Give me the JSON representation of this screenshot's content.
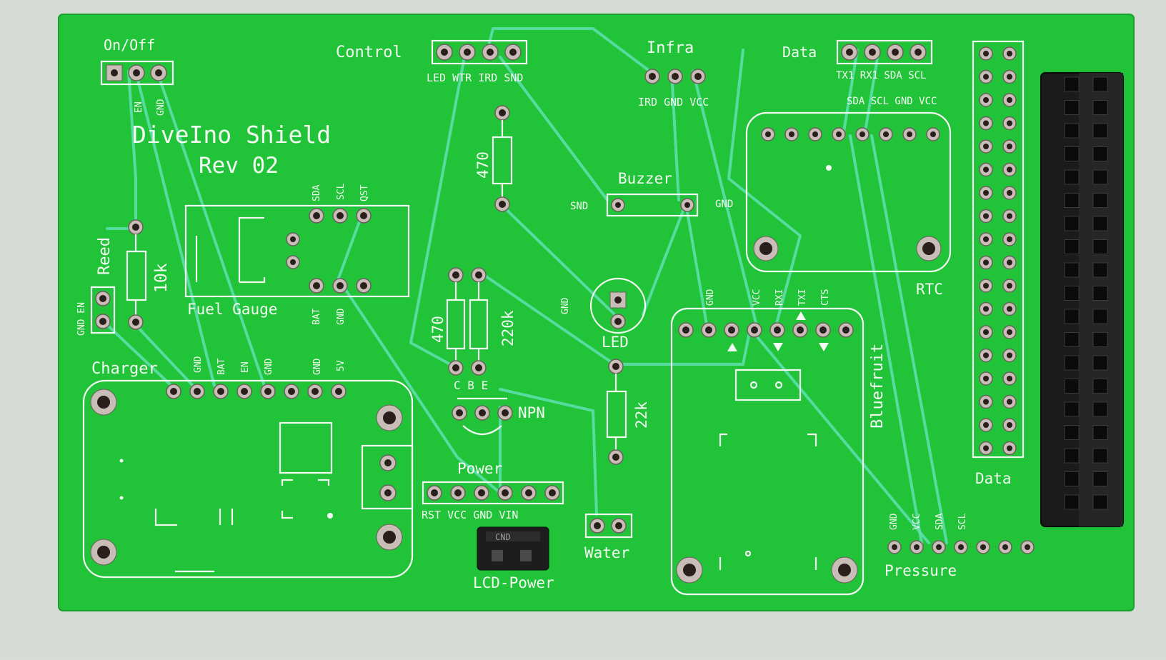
{
  "board": {
    "title": "DiveIno Shield",
    "revision": "Rev 02",
    "colors": {
      "pcb": "#22c53a",
      "silk": "#f4fbf2",
      "trace": "#5fe0b0",
      "header": "#1b1b1b"
    }
  },
  "labels": {
    "on_off": "On/Off",
    "en": "EN",
    "gnd": "GND",
    "control": "Control",
    "control_pins": "LED WTR IRD SND",
    "infra": "Infra",
    "infra_pins": "IRD GND VCC",
    "data_top": "Data",
    "data_top_pins": "TX1 RX1 SDA SCL",
    "rtc_pins": "SDA SCL GND VCC",
    "rtc": "RTC",
    "r470_top": "470",
    "buzzer": "Buzzer",
    "snd": "SND",
    "gnd_right": "GND",
    "reed": "Reed",
    "reed_pins": "GND EN",
    "r10k": "10k",
    "fuel_gauge": "Fuel Gauge",
    "fg_sda": "SDA",
    "fg_scl": "SCL",
    "fg_qst": "QST",
    "fg_bat": "BAT",
    "fg_gnd": "GND",
    "r470": "470",
    "r220k": "220k",
    "gnd_led": "GND",
    "led": "LED",
    "cbe": "C B E",
    "npn": "NPN",
    "r22k": "22k",
    "charger": "Charger",
    "ch_gnd": "GND",
    "ch_bat": "BAT",
    "ch_en": "EN",
    "ch_gnd2": "GND",
    "ch_gnd3": "GND",
    "ch_5v": "5V",
    "power": "Power",
    "power_pins": "RST VCC GND VIN",
    "lcd_power": "LCD-Power",
    "jumper_text": "CND",
    "water": "Water",
    "bf_gnd": "GND",
    "bf_vcc": "VCC",
    "bf_rxi": "RXI",
    "bf_txi": "TXI",
    "bf_cts": "CTS",
    "bluefruit": "Bluefruit",
    "pr_gnd": "GND",
    "pr_vcc": "VCC",
    "pr_sda": "SDA",
    "pr_scl": "SCL",
    "pressure": "Pressure",
    "data_right": "Data"
  }
}
